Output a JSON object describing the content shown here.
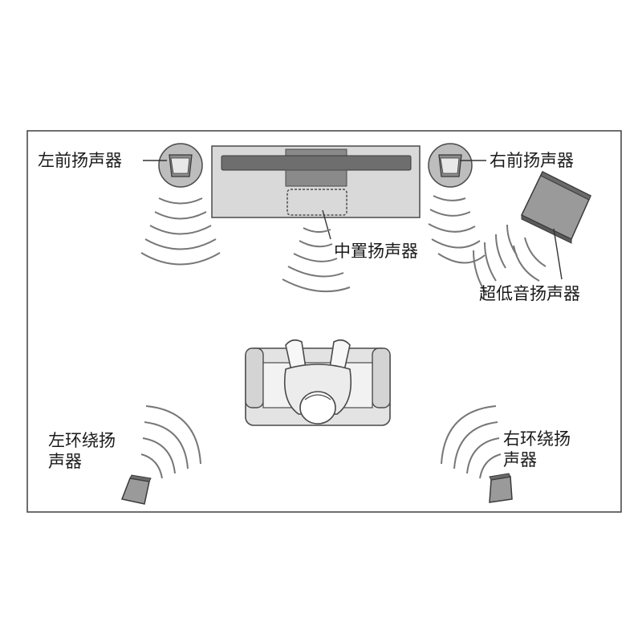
{
  "labels": {
    "front_left": "左前扬声器",
    "front_right": "右前扬声器",
    "center": "中置扬声器",
    "subwoofer": "超低音扬声器",
    "surround_left_line1": "左环绕扬",
    "surround_left_line2": "声器",
    "surround_right_line1": "右环绕扬",
    "surround_right_line2": "声器"
  },
  "colors": {
    "outline": "#4a4a4a",
    "speaker_fill": "#9a9a9a",
    "tv_fill": "#d9d9d9",
    "soundbar_fill": "#6e6e6e",
    "sofa_fill": "#e3e3e3",
    "wave": "#777777"
  },
  "icons": [
    "speaker-icon",
    "subwoofer-icon",
    "tv-icon",
    "sofa-icon",
    "listener-icon",
    "sound-wave-icon"
  ]
}
